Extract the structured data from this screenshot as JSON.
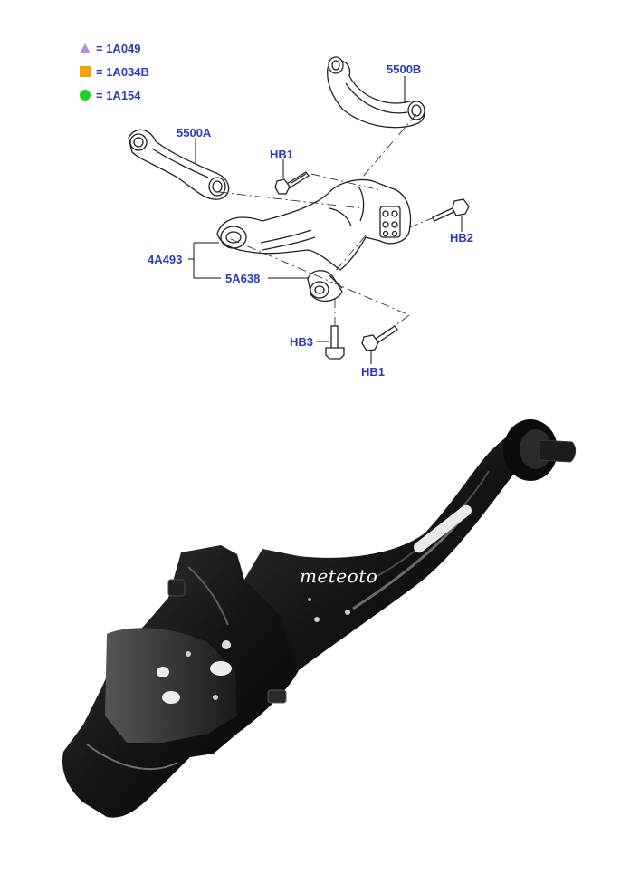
{
  "legend": [
    {
      "symbol": "triangle",
      "color": "#b98ee0",
      "text": "= 1A049"
    },
    {
      "symbol": "square",
      "color": "#f5a300",
      "text": "= 1A034B"
    },
    {
      "symbol": "circle",
      "color": "#21d11f",
      "text": "= 1A154"
    }
  ],
  "labels": {
    "p5500b": "5500B",
    "p5500a": "5500A",
    "hb1_top": "HB1",
    "hb2": "HB2",
    "p4a493": "4A493",
    "p5a638": "5A638",
    "hb3": "HB3",
    "hb1_bottom": "HB1"
  },
  "watermark": "meteoto",
  "colors": {
    "label": "#2b3bbf",
    "line": "#222222",
    "part": "#111111"
  }
}
